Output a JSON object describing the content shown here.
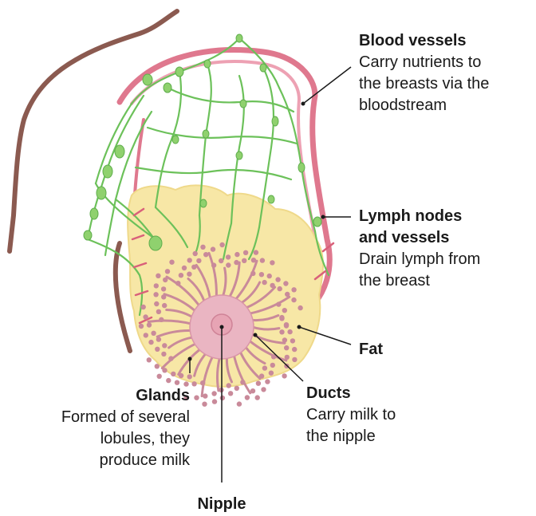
{
  "labels": {
    "blood_vessels": {
      "title": "Blood vessels",
      "desc": "Carry nutrients to\nthe breasts via the\nbloodstream"
    },
    "lymph": {
      "title": "Lymph nodes\nand vessels",
      "desc": "Drain lymph from\nthe breast"
    },
    "fat": {
      "title": "Fat"
    },
    "ducts": {
      "title": "Ducts",
      "desc": "Carry milk to\nthe nipple"
    },
    "glands": {
      "title": "Glands",
      "desc": "Formed of several\nlobules, they\nproduce milk"
    },
    "nipple": {
      "title": "Nipple"
    }
  },
  "colors": {
    "body_outline": "#8b5a50",
    "fat": "#f7e7a6",
    "fat_edge": "#efd98a",
    "lymph": "#6cc15a",
    "lymph_node": "#8fd16e",
    "blood": "#d9607a",
    "gland": "#c98a9a",
    "areola": "#eab5c2",
    "nipple": "#e7a4b4",
    "leader": "#1a1a1a"
  },
  "icons": [
    "anatomy-illustration"
  ]
}
